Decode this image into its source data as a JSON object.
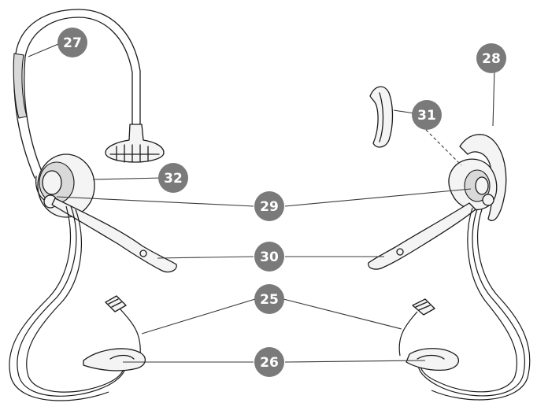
{
  "diagram": {
    "callouts": [
      {
        "id": "callout-27",
        "label": "27"
      },
      {
        "id": "callout-28",
        "label": "28"
      },
      {
        "id": "callout-31",
        "label": "31"
      },
      {
        "id": "callout-32",
        "label": "32"
      },
      {
        "id": "callout-29",
        "label": "29"
      },
      {
        "id": "callout-30",
        "label": "30"
      },
      {
        "id": "callout-25",
        "label": "25"
      },
      {
        "id": "callout-26",
        "label": "26"
      }
    ],
    "callout_color": "#7a7a7a",
    "callout_text_color": "#ffffff",
    "line_color": "#1a1a1a"
  }
}
